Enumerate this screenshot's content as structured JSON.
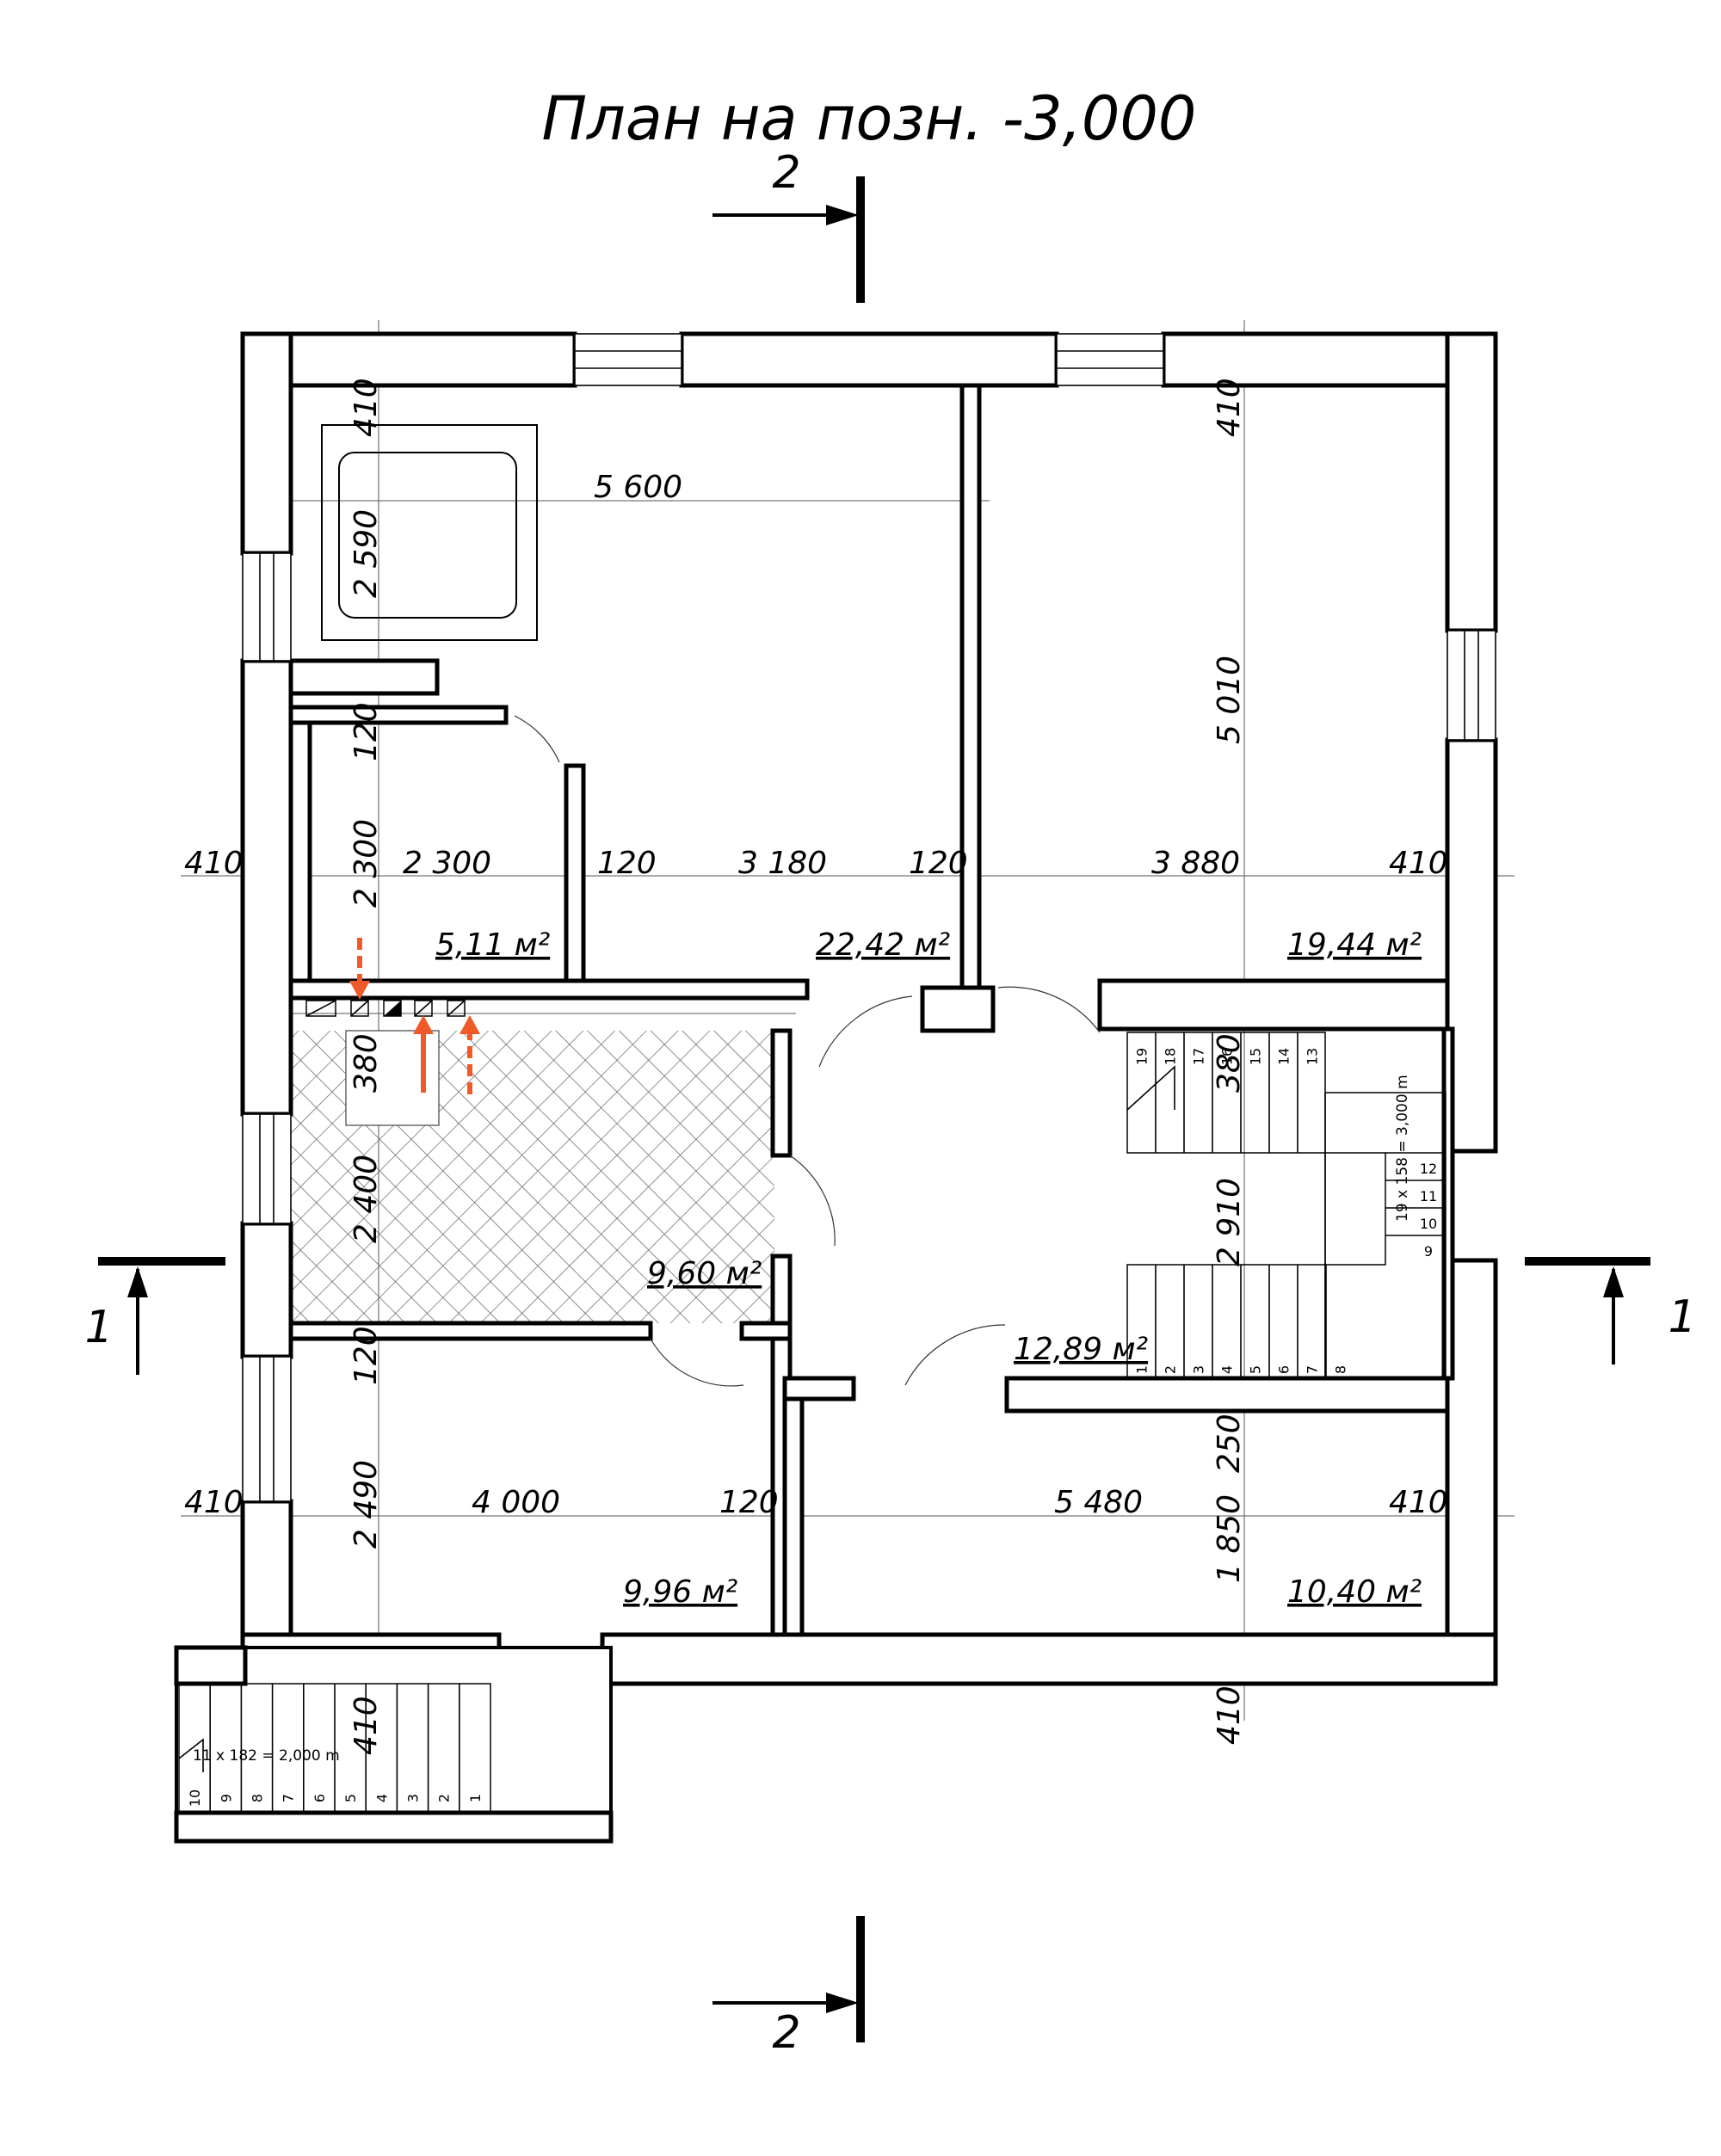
{
  "title": "План на позн. -3,000",
  "section_marks": {
    "vertical": "2",
    "horizontal": "1"
  },
  "dimensions": {
    "top_left_410": "410",
    "top_right_410": "410",
    "width_5600": "5 600",
    "height_2590": "2 590",
    "height_5010": "5 010",
    "wall_120_upper": "120",
    "height_2300": "2 300",
    "left_410_upper": "410",
    "width_2300": "2 300",
    "wall_120_a": "120",
    "width_3180": "3 180",
    "wall_120_b": "120",
    "width_3880": "3 880",
    "right_410_upper": "410",
    "height_380": "380",
    "height_380_stair": "380",
    "height_2400": "2 400",
    "height_2910": "2 910",
    "wall_120_lower": "120",
    "height_250": "250",
    "height_2490": "2 490",
    "height_1850": "1 850",
    "left_410_lower": "410",
    "width_4000": "4 000",
    "wall_120_c": "120",
    "width_5480": "5 480",
    "right_410_lower": "410",
    "bottom_410_left": "410",
    "bottom_410_right": "410"
  },
  "room_areas": {
    "room_small": "5,11 м²",
    "room_large": "22,42 м²",
    "room_right_top": "19,44 м²",
    "room_hatched": "9,60 м²",
    "hall": "12,89 м²",
    "room_bottom_left": "9,96 м²",
    "room_bottom_right": "10,40 м²"
  },
  "stair_main": {
    "note": "19 x 158 = 3,000 m",
    "top_steps": [
      "19",
      "18",
      "17",
      "16",
      "15",
      "14",
      "13"
    ],
    "landing_steps": [
      "12",
      "11",
      "10",
      "9"
    ],
    "bottom_steps": [
      "1",
      "2",
      "3",
      "4",
      "5",
      "6",
      "7",
      "8"
    ]
  },
  "stair_entry": {
    "note": "11 x 182 = 2,000 m",
    "steps": [
      "10",
      "9",
      "8",
      "7",
      "6",
      "5",
      "4",
      "3",
      "2",
      "1"
    ]
  },
  "colors": {
    "line": "#000000",
    "accent_arrows": "#f05a28",
    "hatch": "#666666"
  }
}
